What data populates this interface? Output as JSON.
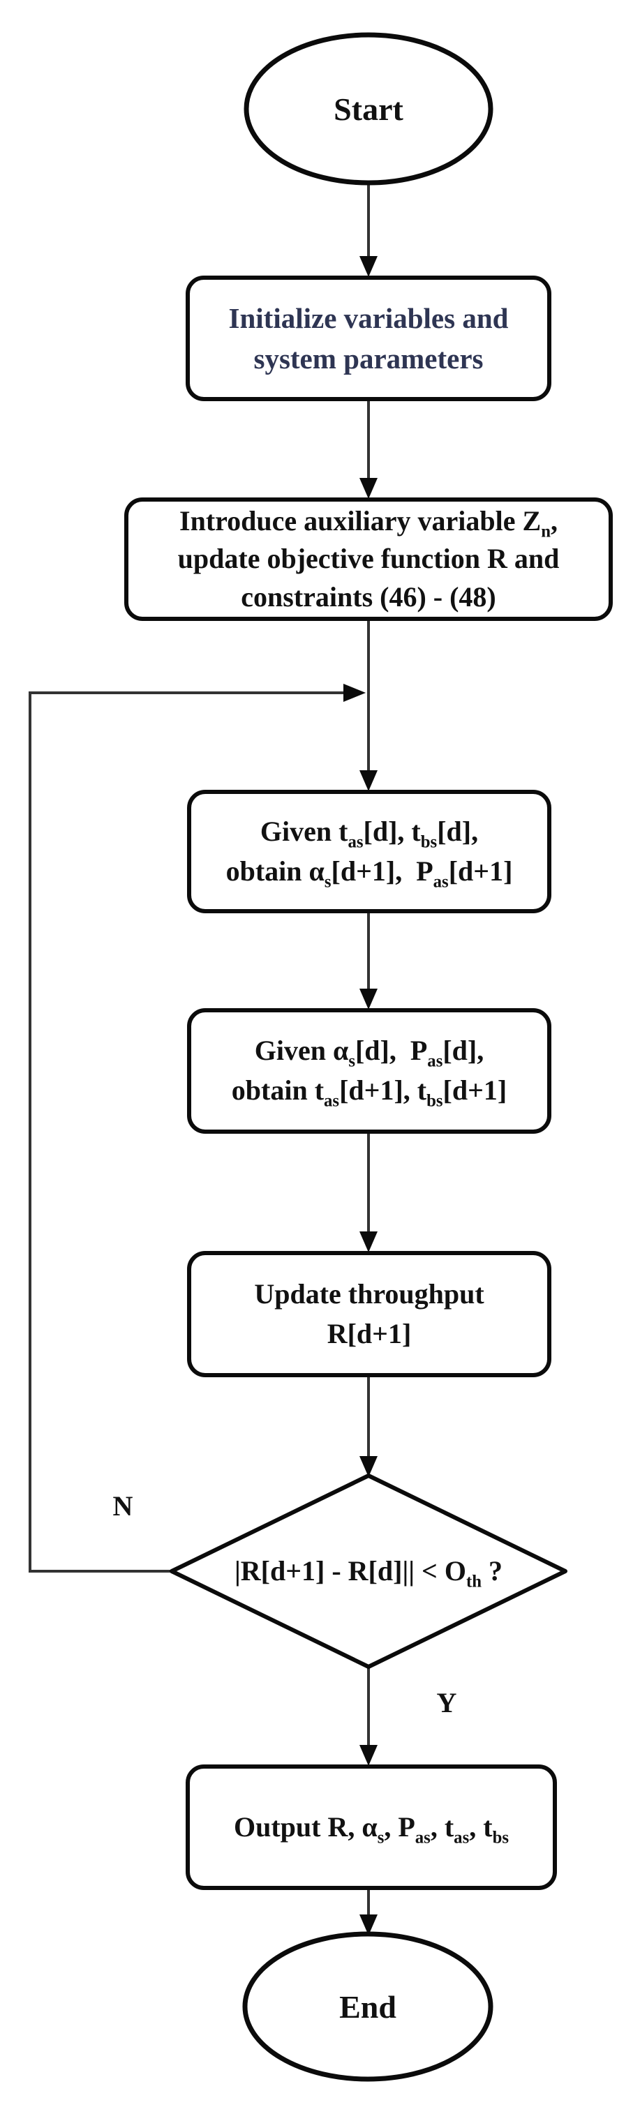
{
  "flowchart": {
    "nodes": {
      "start": {
        "label": "Start",
        "type": "terminator"
      },
      "init": {
        "type": "process",
        "lines": [
          "Initialize variables and",
          "system parameters"
        ]
      },
      "introduce": {
        "type": "process",
        "lines": [
          "Introduce auxiliary variable Z_{n},",
          "update objective function R and",
          "constraints (46) - (48)"
        ]
      },
      "given_t": {
        "type": "process",
        "lines": [
          "Given t_{as}[d], t_{bs}[d],",
          "obtain α_{s}[d+1],  P_{as}[d+1]"
        ]
      },
      "given_alpha": {
        "type": "process",
        "lines": [
          "Given α_{s}[d],  P_{as}[d],",
          "obtain t_{as}[d+1], t_{bs}[d+1]"
        ]
      },
      "update_throughput": {
        "type": "process",
        "lines": [
          "Update throughput",
          "R[d+1]"
        ]
      },
      "decision": {
        "type": "decision",
        "label": "|R[d+1] - R[d]|| < O_{th} ?"
      },
      "output": {
        "type": "process",
        "label": "Output R, α_{s}, P_{as}, t_{as}, t_{bs}"
      },
      "end": {
        "label": "End",
        "type": "terminator"
      }
    },
    "edges": {
      "no_label": "N",
      "yes_label": "Y"
    },
    "colors": {
      "shape_stroke": "#0b0b0b",
      "connector": "#333333",
      "init_text_color": "#2e3553",
      "text_color": "#111111"
    }
  }
}
